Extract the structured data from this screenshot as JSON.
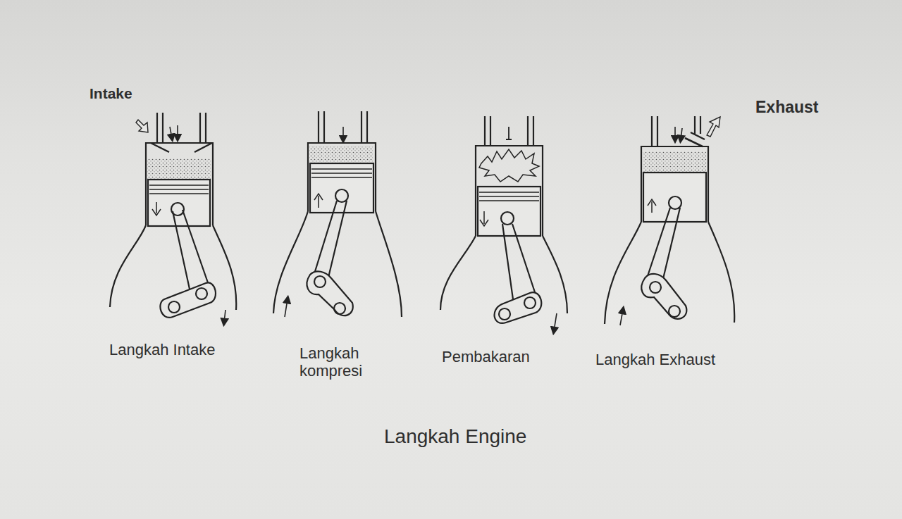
{
  "diagram": {
    "caption": "Langkah Engine",
    "labels": [
      "Intake",
      "Exhaust",
      "Langkah Intake",
      "Langkah kompresi",
      "Pembakaran",
      "Langkah Exhaust"
    ]
  }
}
